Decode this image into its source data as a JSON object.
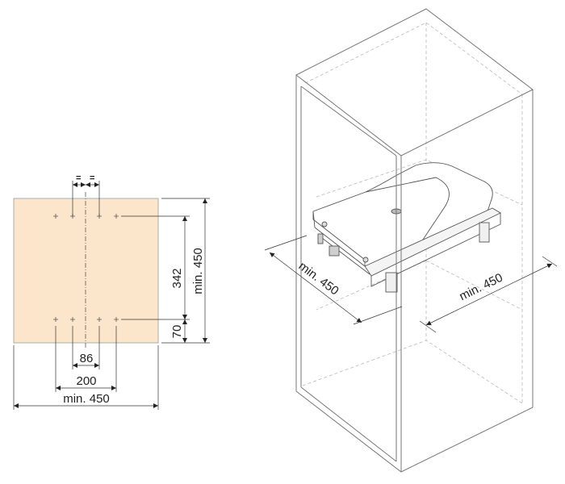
{
  "colors": {
    "panel_fill": "#fbe6cc",
    "line": "#5a5a5a",
    "dim_line": "#333333",
    "hidden_line": "#b8b8b8",
    "text": "#222222"
  },
  "left_view": {
    "title": "mounting-panel-drilling-pattern",
    "equal_marks": [
      "=",
      "="
    ],
    "dimensions": {
      "hole_spacing_vertical": "342",
      "bottom_offset": "70",
      "panel_height": "min. 450",
      "inner_hole_spacing": "86",
      "outer_hole_spacing": "200",
      "panel_width": "min. 450"
    },
    "hole_rows": 2,
    "holes_per_row": 4
  },
  "right_view": {
    "title": "cabinet-with-pull-out-ironing-board",
    "dimensions": {
      "depth": "min. 450",
      "width": "min. 450"
    }
  }
}
